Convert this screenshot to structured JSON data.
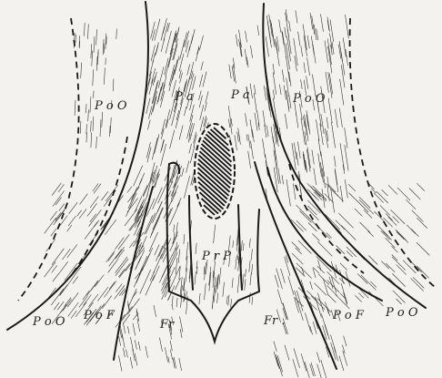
{
  "labels": {
    "po_o_left_top": "P o O",
    "pa_left": "P a",
    "pa_right": "P a",
    "po_o_right_top": "P o O",
    "prp": "P r P",
    "po_o_left_bottom": "P o O",
    "pof_left": "P o F",
    "fr_left": "Fr",
    "fr_right": "Fr .",
    "pof_right": "P o F",
    "po_o_right_bottom": "P o O"
  }
}
